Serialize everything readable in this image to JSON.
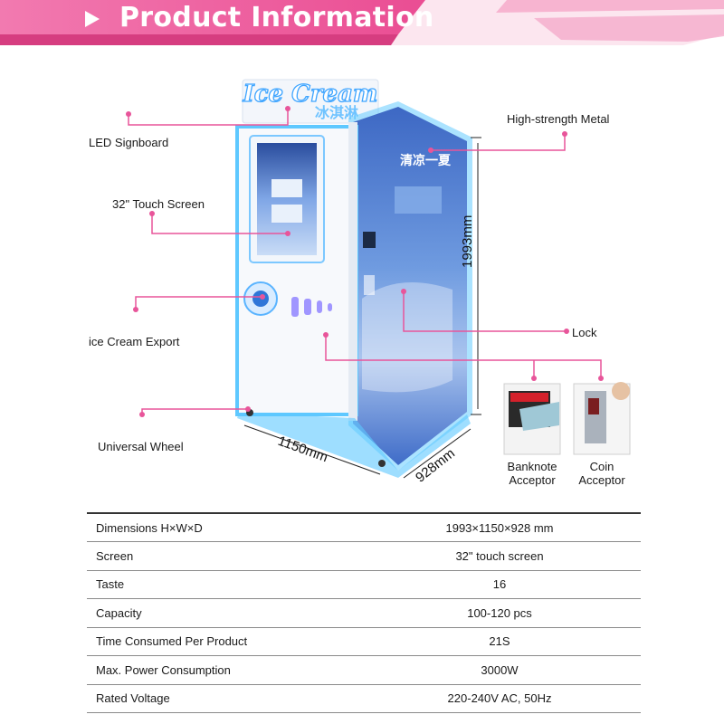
{
  "header": {
    "title": "Product Information"
  },
  "machine": {
    "sign_text": "Ice Cream",
    "sign_subtext": "冰淇淋",
    "panel_text": "清凉一夏"
  },
  "callouts": {
    "led_signboard": "LED Signboard",
    "touch_screen": "32\" Touch Screen",
    "ice_cream_export": "ice Cream Export",
    "universal_wheel": "Universal Wheel",
    "high_strength_metal": "High-strength Metal",
    "lock": "Lock",
    "banknote_line1": "Banknote",
    "banknote_line2": "Acceptor",
    "coin_line1": "Coin",
    "coin_line2": "Acceptor"
  },
  "dimensions": {
    "height": "1993mm",
    "width": "1150mm",
    "depth": "928mm"
  },
  "colors": {
    "accent_pink": "#e8559a",
    "banner_pink": "#f06aa4",
    "glow_blue": "#5fc4ff",
    "panel_blue": "#4a7fd0"
  },
  "specs": [
    {
      "label": "Dimensions H×W×D",
      "value": "1993×1150×928 mm"
    },
    {
      "label": "Screen",
      "value": "32\" touch screen"
    },
    {
      "label": "Taste",
      "value": "16"
    },
    {
      "label": "Capacity",
      "value": "100-120 pcs"
    },
    {
      "label": "Time Consumed Per Product",
      "value": "21S"
    },
    {
      "label": "Max. Power Consumption",
      "value": "3000W"
    },
    {
      "label": "Rated Voltage",
      "value": "220-240V AC, 50Hz"
    }
  ]
}
